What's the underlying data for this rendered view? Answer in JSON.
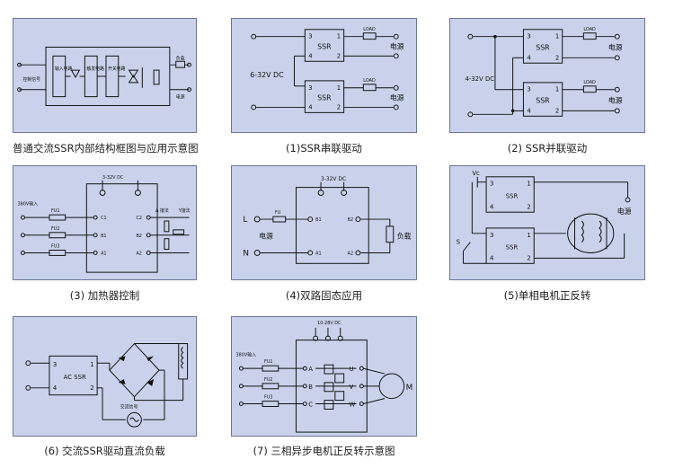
{
  "captions": {
    "c0": "普通交流SSR内部结构框图与应用示意图",
    "c1": "(1)SSR串联驱动",
    "c2": "(2) SSR并联驱动",
    "c3": "(3) 加热器控制",
    "c4": "(4)双路固态应用",
    "c5": "(5)单相电机正反转",
    "c6": "(6) 交流SSR驱动直流负载",
    "c7": "(7) 三相异步电机正反转示意图"
  },
  "labels": {
    "ssr": "SSR",
    "ac_ssr": "AC SSR",
    "load": "LOAD",
    "power": "电源",
    "load_cn": "负载",
    "dc_6_32": "6-32V DC",
    "dc_4_32": "4-32V DC",
    "dc_3_32": "3-32V DC",
    "dc_10_28": "10-28V DC",
    "v380": "380V输入",
    "vc": "Vc",
    "s": "S",
    "L": "L",
    "N": "N",
    "M": "M",
    "ac_source": "交流信号",
    "pin1": "1",
    "pin2": "2",
    "pin3": "3",
    "pin4": "4",
    "fu": "FU",
    "fu1": "FU1",
    "fu2": "FU2",
    "fu3": "FU3",
    "b1": "B1",
    "a1": "A1",
    "b2": "B2",
    "a2": "A2",
    "c1": "C1",
    "c2": "C2",
    "A": "A",
    "B": "B",
    "C": "C",
    "U": "U",
    "V": "V",
    "W": "W",
    "ctrl_signal": "控制信号",
    "delta": "Δ 接法",
    "y_conn": "Y接法",
    "inside_blocks": [
      "输入电路",
      "光耦",
      "触发电路",
      "开关电路"
    ],
    "out_labels": [
      "负载",
      "电源"
    ]
  }
}
